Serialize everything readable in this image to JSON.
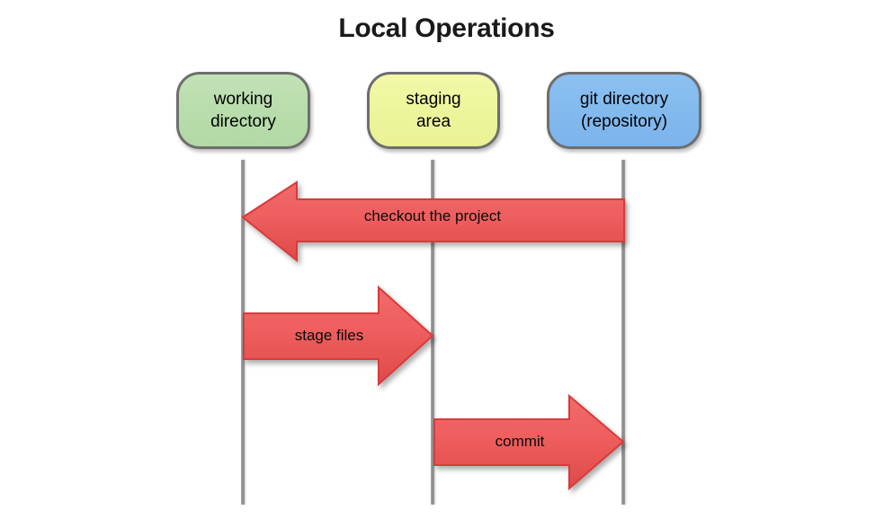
{
  "diagram": {
    "title": "Local Operations",
    "type": "sequence-flow",
    "nodes": [
      {
        "id": "working",
        "label_line1": "working",
        "label_line2": "directory",
        "color": "#b8dcab",
        "border": "#6e6e6e"
      },
      {
        "id": "staging",
        "label_line1": "staging",
        "label_line2": "area",
        "color": "#edf59b",
        "border": "#6e6e6e"
      },
      {
        "id": "git",
        "label_line1": "git directory",
        "label_line2": "(repository)",
        "color": "#82b9ee",
        "border": "#6e6e6e"
      }
    ],
    "arrows": [
      {
        "id": "checkout",
        "label": "checkout the project",
        "from": "git",
        "to": "working",
        "direction": "left",
        "color": "#ec5a5a"
      },
      {
        "id": "stage",
        "label": "stage files",
        "from": "working",
        "to": "staging",
        "direction": "right",
        "color": "#ec5a5a"
      },
      {
        "id": "commit",
        "label": "commit",
        "from": "staging",
        "to": "git",
        "direction": "right",
        "color": "#ec5a5a"
      }
    ],
    "colors": {
      "arrow_fill": "#ec5a5a",
      "arrow_stroke": "#d83a3a",
      "lifeline": "#8a8a8a",
      "background": "#ffffff",
      "text": "#000000"
    }
  }
}
